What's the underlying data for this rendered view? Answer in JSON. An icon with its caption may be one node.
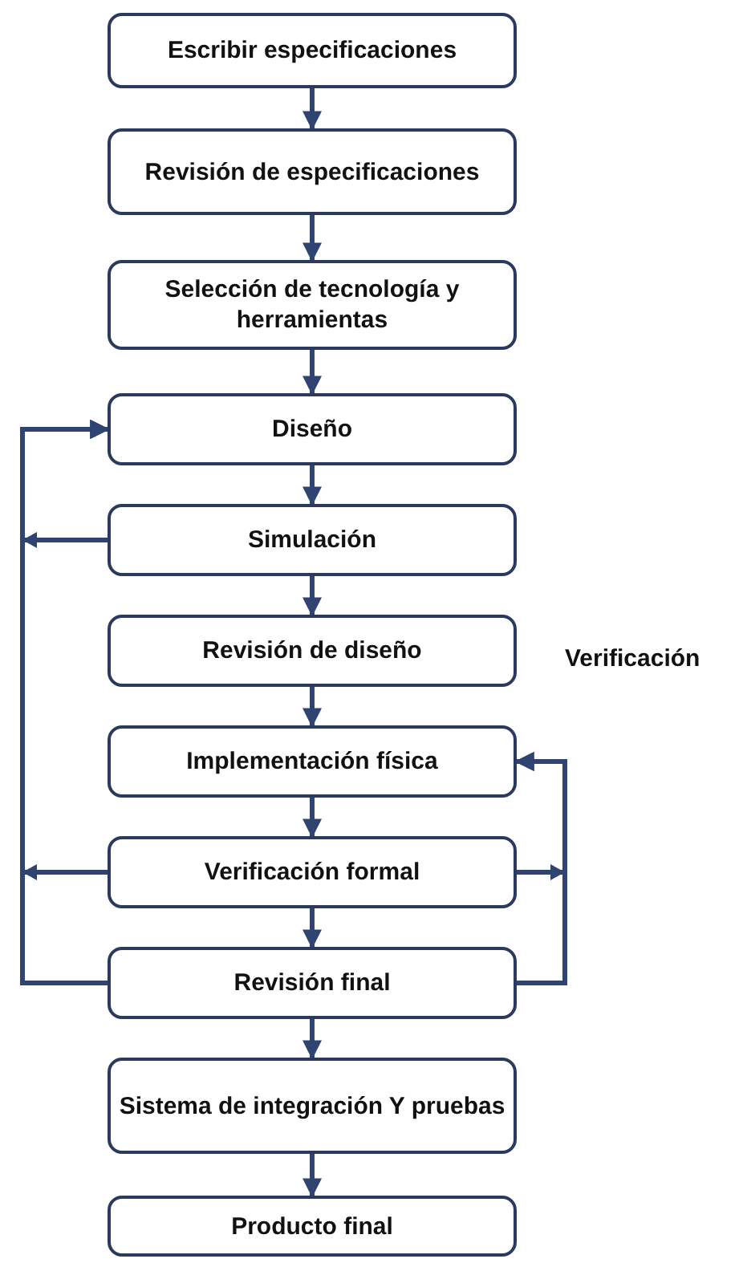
{
  "diagram": {
    "nodes": [
      {
        "text": [
          "Escribir especificaciones"
        ]
      },
      {
        "text": [
          "Revisión de especificaciones"
        ]
      },
      {
        "text": [
          "Selección de tecnología y herramientas"
        ]
      },
      {
        "text": [
          "Diseño"
        ]
      },
      {
        "text": [
          "Simulación"
        ]
      },
      {
        "text": [
          "Revisión de diseño"
        ]
      },
      {
        "text": [
          "Implementación física"
        ]
      },
      {
        "text": [
          "Verificación formal"
        ]
      },
      {
        "text": [
          "Revisión final"
        ]
      },
      {
        "text": [
          "Sistema de integración Y pruebas"
        ]
      },
      {
        "text": [
          "Producto final"
        ]
      }
    ],
    "edges": [
      {
        "from": 0,
        "to": 1,
        "arrow": "to"
      },
      {
        "from": 1,
        "to": 2,
        "arrow": "to"
      },
      {
        "from": 2,
        "to": 3,
        "arrow": "to"
      },
      {
        "from": 3,
        "to": 4,
        "arrow": "to"
      },
      {
        "from": 4,
        "to": 5,
        "arrow": "to"
      },
      {
        "from": 5,
        "to": 6,
        "arrow": "to"
      },
      {
        "from": 6,
        "to": 7,
        "arrow": "to"
      },
      {
        "from": 7,
        "to": 8,
        "arrow": "to"
      },
      {
        "from": 8,
        "to": 9,
        "arrow": "to"
      },
      {
        "from": 9,
        "to": 10,
        "arrow": "to"
      },
      {
        "from": 4,
        "to": 3,
        "arrow": "to"
      },
      {
        "from": 7,
        "to": 3,
        "arrow": "to"
      },
      {
        "from": 8,
        "to": 3,
        "arrow": "to"
      },
      {
        "from": 7,
        "to": 6,
        "arrow": "to"
      },
      {
        "from": 8,
        "to": 6,
        "arrow": "to"
      }
    ],
    "labels": [
      "Verificación"
    ]
  }
}
